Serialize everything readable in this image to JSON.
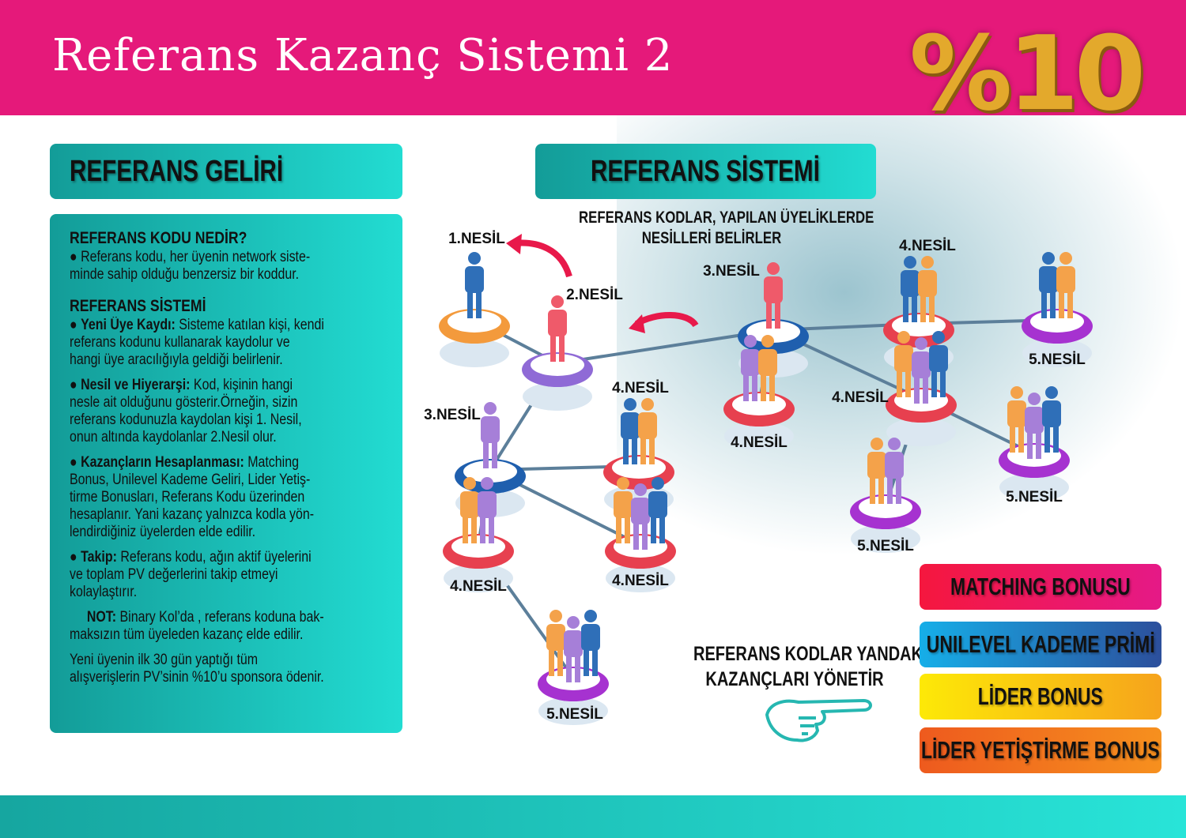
{
  "header": {
    "title": "Referans Kazanç Sistemi 2",
    "badge": "%10"
  },
  "left": {
    "bar_title": "REFERANS GELİRİ",
    "sections": [
      {
        "type": "head",
        "text": "REFERANS KODU NEDİR?"
      },
      {
        "type": "lines",
        "bullet": true,
        "bold": "",
        "lines": [
          "Referans kodu, her üyenin network siste-",
          "minde sahip olduğu benzersiz bir koddur."
        ]
      },
      {
        "type": "head",
        "text": "REFERANS SİSTEMİ"
      },
      {
        "type": "lines",
        "bullet": true,
        "bold": "Yeni Üye Kaydı:",
        "lines": [
          " Sisteme katılan kişi, kendi",
          "referans kodunu kullanarak kaydolur ve",
          "hangi üye aracılığıyla  geldiği belirlenir."
        ]
      },
      {
        "type": "lines",
        "bullet": true,
        "bold": "Nesil ve Hiyerarşi:",
        "lines": [
          " Kod, kişinin  hangi",
          "nesle ait olduğunu gösterir.Örneğin, sizin",
          "referans kodunuzla kaydolan kişi 1. Nesil,",
          "onun altında kaydolanlar 2.Nesil olur."
        ]
      },
      {
        "type": "lines",
        "bullet": true,
        "bold": "Kazançların Hesaplanması:",
        "lines": [
          " Matching",
          "Bonus, Unilevel Kademe Geliri, Lider Yetiş-",
          "tirme Bonusları, Referans Kodu üzerinden",
          "hesaplanır. Yani kazanç yalnızca kodla yön-",
          "lendirdiğiniz  üyelerden elde edilir."
        ]
      },
      {
        "type": "lines",
        "bullet": true,
        "bold": "Takip:",
        "lines": [
          " Referans kodu, ağın aktif üyelerini",
          "ve toplam PV değerlerini takip etmeyi",
          "kolaylaştırır."
        ]
      },
      {
        "type": "lines",
        "bullet": false,
        "indent": true,
        "bold": "NOT:",
        "lines": [
          " Binary Kol’da , referans koduna bak-",
          "maksızın tüm üyeleden kazanç elde edilir."
        ]
      },
      {
        "type": "lines",
        "bullet": false,
        "bold": "",
        "lines": [
          "Yeni üyenin ilk 30 gün yaptığı tüm",
          "alışverişlerin PV’sinin %10’u sponsora ödenir."
        ]
      }
    ]
  },
  "right": {
    "bar_title": "REFERANS SİSTEMİ",
    "caption": [
      "REFERANS KODLAR, YAPILAN ÜYELİKLERDE",
      "NESİLLERİ BELİRLER"
    ],
    "manage_caption": [
      "REFERANS KODLAR YANDAKİ",
      "KAZANÇLARI YÖNETİR"
    ],
    "nodes": [
      {
        "label": "1.NESİL",
        "ring": "#f39a3c",
        "people": [
          "#2f6fb8"
        ]
      },
      {
        "label": "2.NESİL",
        "ring": "#8f6ad6",
        "people": [
          "#ef5a6a"
        ]
      },
      {
        "label": "3.NESİL",
        "ring": "#1f5fae",
        "people": [
          "#a67fd8"
        ]
      },
      {
        "label": "4.NESİL",
        "ring": "#e7404f",
        "people": [
          "#2f6fb8",
          "#f4a24a"
        ]
      },
      {
        "label": "4.NESİL",
        "ring": "#e7404f",
        "people": [
          "#f4a24a",
          "#a67fd8"
        ]
      },
      {
        "label": "4.NESİL",
        "ring": "#e7404f",
        "people": [
          "#f4a24a",
          "#a67fd8",
          "#2f6fb8"
        ]
      },
      {
        "label": "5.NESİL",
        "ring": "#a632d0",
        "people": [
          "#f4a24a",
          "#a67fd8",
          "#2f6fb8"
        ]
      },
      {
        "label": "3.NESİL",
        "ring": "#1f5fae",
        "people": [
          "#ef5a6a"
        ]
      },
      {
        "label": "4.NESİL",
        "ring": "#e7404f",
        "people": [
          "#a67fd8",
          "#f4a24a"
        ]
      },
      {
        "label": "4.NESİL",
        "ring": "#e7404f",
        "people": [
          "#2f6fb8",
          "#f4a24a"
        ]
      },
      {
        "label": "4.NESİL",
        "ring": "#e7404f",
        "people": [
          "#f4a24a",
          "#a67fd8",
          "#2f6fb8"
        ]
      },
      {
        "label": "5.NESİL",
        "ring": "#a632d0",
        "people": [
          "#2f6fb8",
          "#f4a24a"
        ]
      },
      {
        "label": "5.NESİL",
        "ring": "#a632d0",
        "people": [
          "#f4a24a",
          "#a67fd8"
        ]
      },
      {
        "label": "5.NESİL",
        "ring": "#a632d0",
        "people": [
          "#f4a24a",
          "#a67fd8",
          "#2f6fb8"
        ]
      }
    ],
    "legend": [
      {
        "label": "MATCHING BONUSU",
        "from": "#f5173e",
        "to": "#e51987"
      },
      {
        "label": "UNILEVEL KADEME PRİMİ",
        "from": "#16aee8",
        "to": "#2c4f9c"
      },
      {
        "label": "LİDER BONUS",
        "from": "#fde907",
        "to": "#f6a31c"
      },
      {
        "label": "LİDER YETİŞTİRME BONUS",
        "from": "#ee5a1e",
        "to": "#f6901e"
      }
    ]
  }
}
